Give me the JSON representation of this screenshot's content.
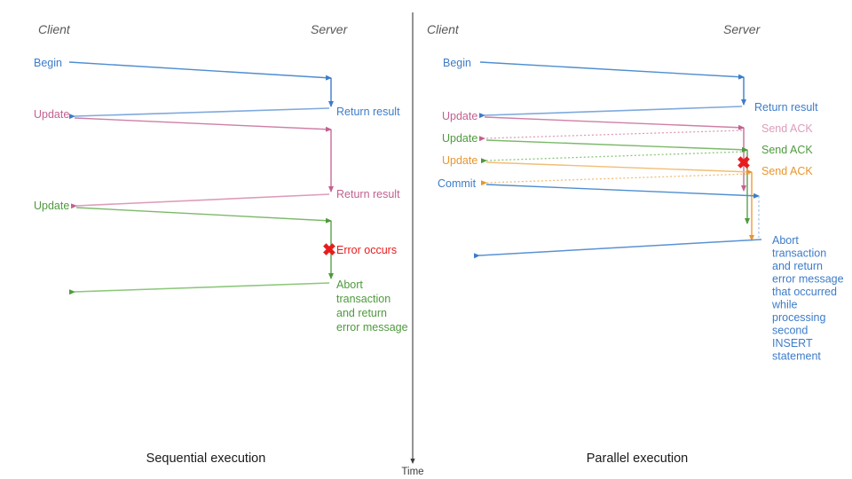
{
  "figure": {
    "divider_color": "#3b3b3b",
    "time_axis": {
      "label": "Time",
      "color": "#3b3b3b"
    }
  },
  "colors": {
    "blue": "#3d7cc9",
    "blue_light": "#7fa9dd",
    "pink": "#c4608f",
    "pink_light": "#dd9cbb",
    "green": "#4e9a3d",
    "green_light": "#8dc77c",
    "orange": "#e8962e",
    "orange_light": "#f2bd77",
    "red": "#e81c1c",
    "text_dark": "#1a1a1a",
    "actor": "#585858"
  },
  "left_panel": {
    "name": "Sequential execution",
    "caption": "Sequential execution",
    "actors": {
      "client": "Client",
      "server": "Server"
    },
    "messages": [
      {
        "id": "begin",
        "label": "Begin",
        "color": "blue",
        "side": "client"
      },
      {
        "id": "return-result-1",
        "label": "Return result",
        "color": "blue",
        "side": "server"
      },
      {
        "id": "update-1",
        "label": "Update",
        "color": "pink",
        "side": "client"
      },
      {
        "id": "return-result-2",
        "label": "Return result",
        "color": "pink",
        "side": "server"
      },
      {
        "id": "update-2",
        "label": "Update",
        "color": "green",
        "side": "client"
      }
    ],
    "error": {
      "mark": "✖",
      "label": "Error occurs",
      "color": "red"
    },
    "abort_block": {
      "color": "green",
      "lines": [
        "Abort",
        "transaction",
        "and return",
        "error message"
      ]
    }
  },
  "right_panel": {
    "name": "Parallel execution",
    "caption": "Parallel execution",
    "actors": {
      "client": "Client",
      "server": "Server"
    },
    "messages": [
      {
        "id": "begin",
        "label": "Begin",
        "color": "blue",
        "side": "client"
      },
      {
        "id": "return-result",
        "label": "Return result",
        "color": "blue",
        "side": "server"
      },
      {
        "id": "update-1",
        "label": "Update",
        "color": "pink",
        "side": "client"
      },
      {
        "id": "send-ack-1",
        "label": "Send ACK",
        "color": "pink",
        "side": "server"
      },
      {
        "id": "update-2",
        "label": "Update",
        "color": "green",
        "side": "client"
      },
      {
        "id": "send-ack-2",
        "label": "Send ACK",
        "color": "green",
        "side": "server"
      },
      {
        "id": "update-3",
        "label": "Update",
        "color": "orange",
        "side": "client"
      },
      {
        "id": "send-ack-3",
        "label": "Send ACK",
        "color": "orange",
        "side": "server"
      },
      {
        "id": "commit",
        "label": "Commit",
        "color": "blue",
        "side": "client"
      }
    ],
    "error": {
      "mark": "✖",
      "label": "",
      "color": "red"
    },
    "abort_block": {
      "color": "blue",
      "lines": [
        "Abort",
        "transaction",
        "and return",
        "error message",
        "that occurred",
        "while",
        "processing",
        "second",
        "INSERT",
        "statement"
      ]
    }
  }
}
